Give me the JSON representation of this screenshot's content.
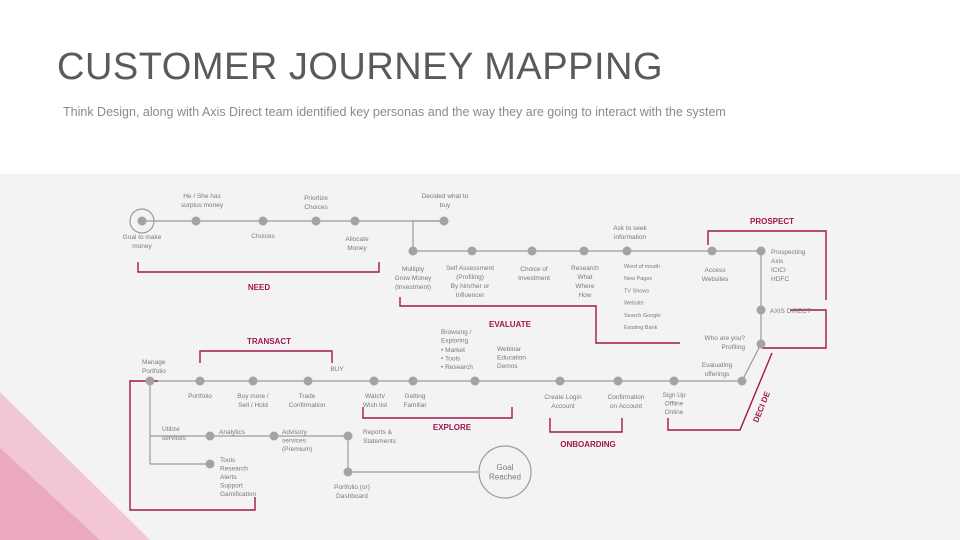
{
  "title": "CUSTOMER JOURNEY MAPPING",
  "subtitle": "Think Design, along with Axis Direct team identified key personas and the way they are going to interact with the system",
  "colors": {
    "accent": "#a0174f",
    "line": "#9a9a9a",
    "node": "#a3a3a3",
    "panel": "#f3f3f3",
    "text": "#7a7a7a"
  },
  "stages": {
    "need": "NEED",
    "evaluate": "EVALUATE",
    "prospect": "PROSPECT",
    "axis_direct": "AXIS DIRECT",
    "decide": "DECI DE",
    "transact": "TRANSACT",
    "explore": "EXPLORE",
    "onboarding": "ONBOARDING"
  },
  "nodes": {
    "goal_to_make_money": [
      "Goal to make",
      "money"
    ],
    "surplus_money": [
      "He / She has",
      "surplus money"
    ],
    "choices": [
      "Choices"
    ],
    "prioritize_choices": [
      "Priortize",
      "Choices"
    ],
    "allocate_money": [
      "Allocate",
      "Money"
    ],
    "decided_what_to_buy": [
      "Decided what to",
      "buy"
    ],
    "multiply_grow_money": [
      "Multiply",
      "Grow Money",
      "(Investment)"
    ],
    "self_assessment": [
      "Self Assessment",
      "(Profiling)",
      "By him/her or",
      "Influencer"
    ],
    "choice_of_investment": [
      "Choice of",
      "Investment"
    ],
    "research": [
      "Research",
      "What",
      "Where",
      "How"
    ],
    "ask_to_seek_information": [
      "Ask to seek",
      "information"
    ],
    "info_sources": [
      "Word of mouth",
      "New Pages",
      "TV Shows",
      "Website",
      "Search Google",
      "Existing Bank"
    ],
    "access_websites": [
      "Access",
      "Websites"
    ],
    "prospecting": [
      "Prospecting",
      "Axis",
      "ICICI",
      "HDFC"
    ],
    "who_are_you": [
      "Who are you?",
      "Profiling"
    ],
    "evaluating_offerings": [
      "Evaluating",
      "offerings"
    ],
    "sign_up": [
      "Sign Up",
      "Offline",
      "Online"
    ],
    "confirmation_on_account": [
      "Confirmation",
      "on Account"
    ],
    "create_login_account": [
      "Create Login",
      "Account"
    ],
    "webinar": [
      "Webinar",
      "Education",
      "Demos"
    ],
    "browsing": [
      "Browsing /",
      "Exploring"
    ],
    "browsing_items": [
      "Market",
      "Tools",
      "Research"
    ],
    "getting_familiar": [
      "Getting",
      "Familiar"
    ],
    "watch_wish_list": [
      "Watch/",
      "Wish list"
    ],
    "buy": [
      "BUY"
    ],
    "trade_confirmation": [
      "Trade",
      "Confirmation"
    ],
    "buy_more_sell_hold": [
      "Buy more /",
      "Sell / Hold"
    ],
    "portfolio": [
      "Portfolio"
    ],
    "manage_portfolio": [
      "Manage",
      "Portfolio"
    ],
    "utilize_services": [
      "Utilize",
      "services"
    ],
    "analytics": [
      "Analytics"
    ],
    "advisory_services": [
      "Advisory",
      "services",
      "(Premium)"
    ],
    "reports_statements": [
      "Reports &",
      "Statements"
    ],
    "tools_list": [
      "Tools",
      "Research",
      "Alerts",
      "Support",
      "Gamification"
    ],
    "portfolio_or_dashboard": [
      "Portfolio (or)",
      "Dashboard"
    ],
    "goal_reached": [
      "Goal",
      "Reached"
    ]
  }
}
